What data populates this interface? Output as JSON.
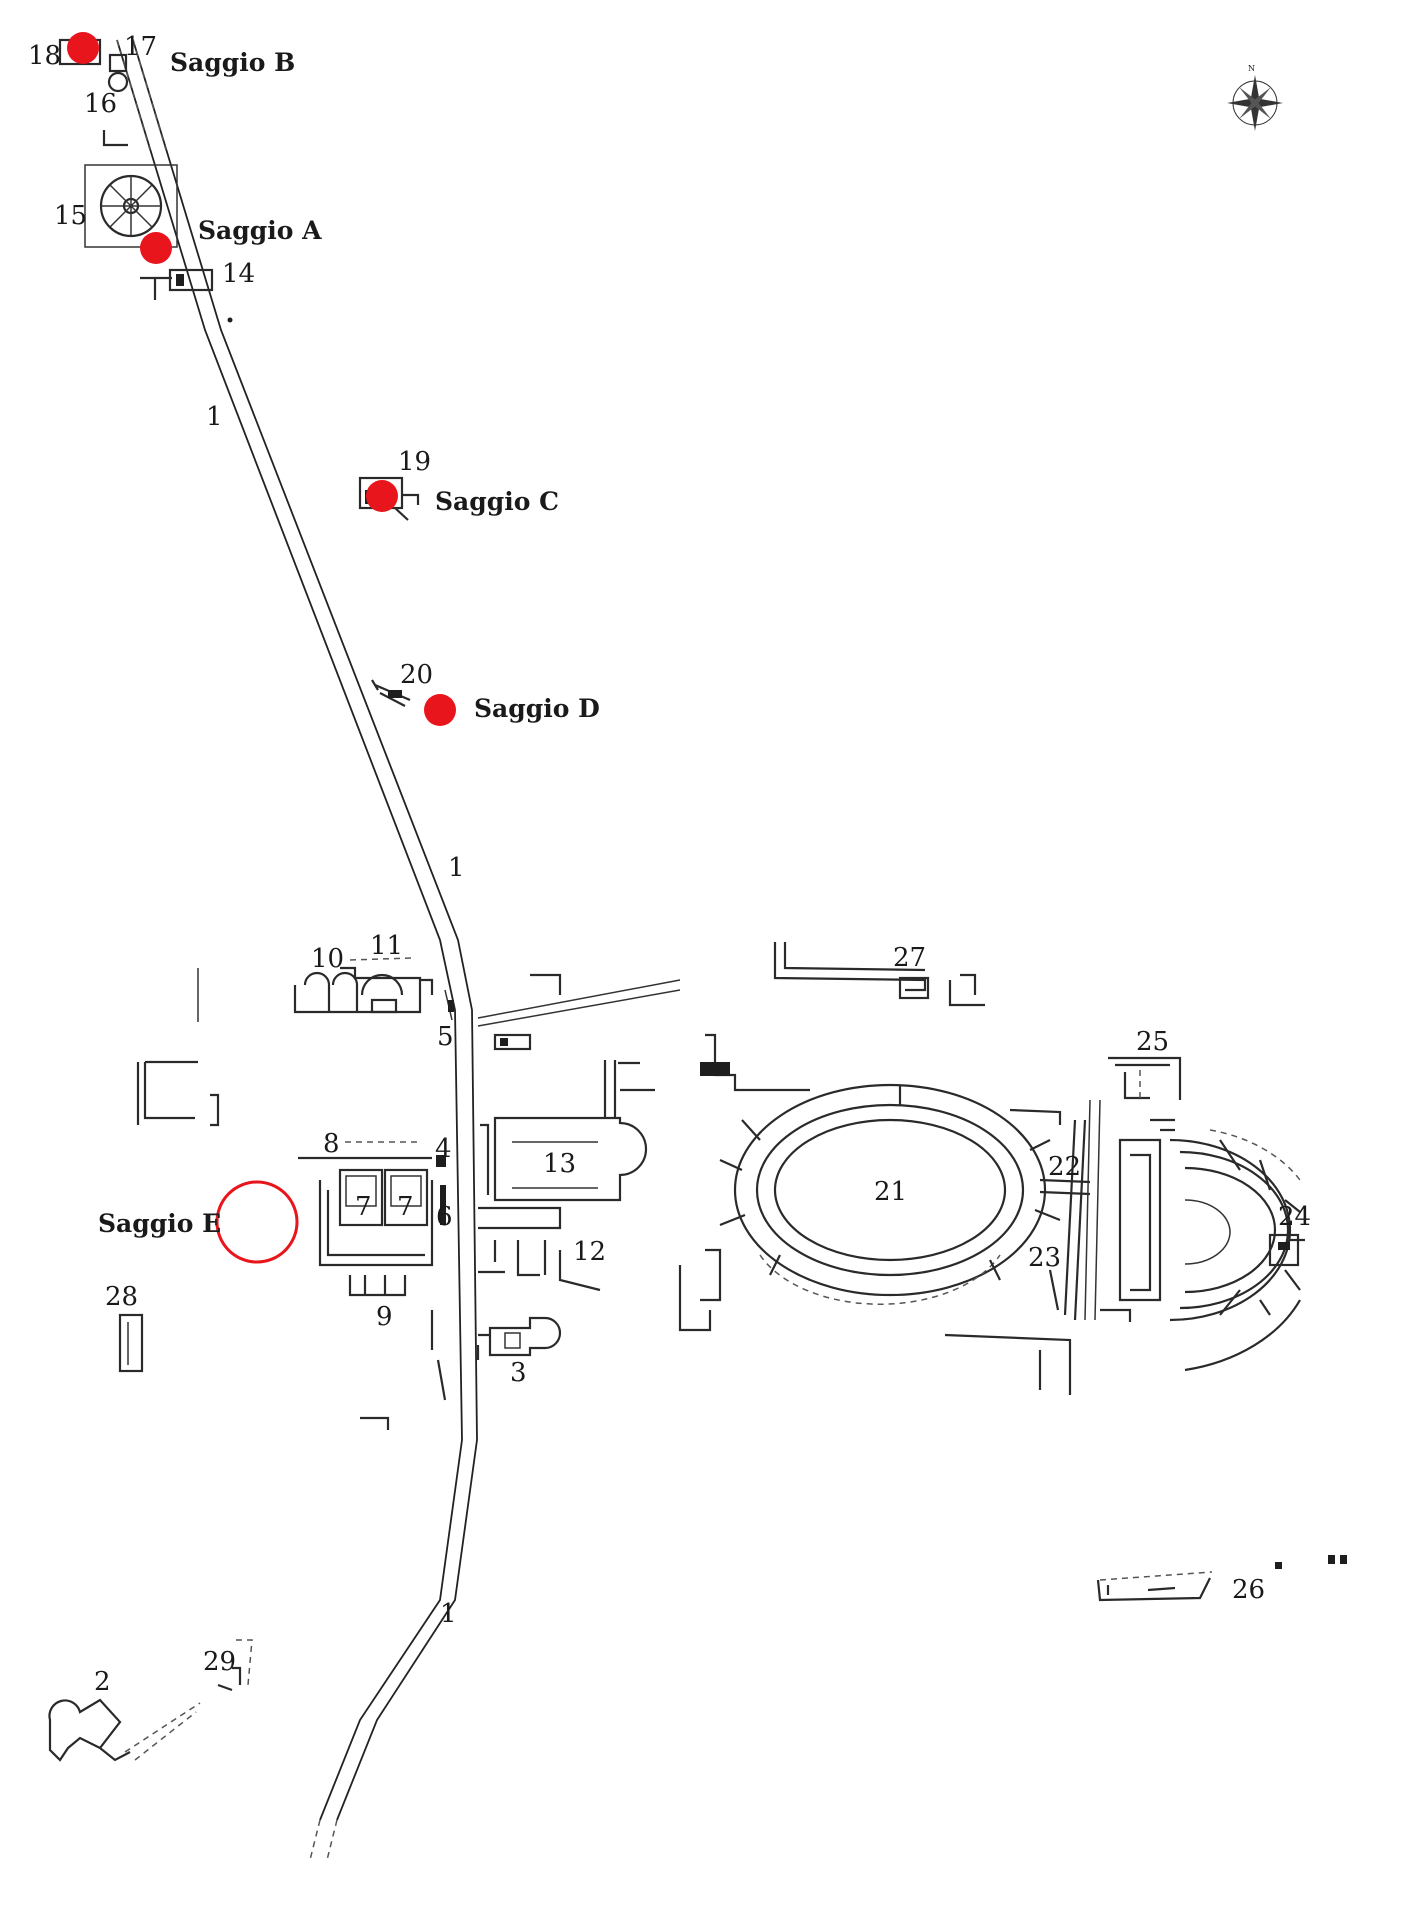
{
  "map": {
    "road_labels": [
      "1",
      "1",
      "1"
    ],
    "structure_labels": [
      "2",
      "3",
      "4",
      "5",
      "6",
      "7",
      "7",
      "8",
      "9",
      "10",
      "11",
      "12",
      "13",
      "14",
      "15",
      "16",
      "17",
      "18",
      "19",
      "20",
      "21",
      "22",
      "23",
      "24",
      "25",
      "26",
      "27",
      "28",
      "29"
    ],
    "saggi": [
      {
        "label": "Saggio A",
        "marker": "filled"
      },
      {
        "label": "Saggio B",
        "marker": "filled"
      },
      {
        "label": "Saggio C",
        "marker": "filled"
      },
      {
        "label": "Saggio D",
        "marker": "filled"
      },
      {
        "label": "Saggio E",
        "marker": "ring"
      }
    ],
    "compass": {
      "north_label": "N",
      "icon": "compass-rose-icon"
    },
    "colors": {
      "saggio_marker": "#e8161c",
      "plan_lines": "#2a2a2a",
      "background": "#ffffff"
    }
  }
}
